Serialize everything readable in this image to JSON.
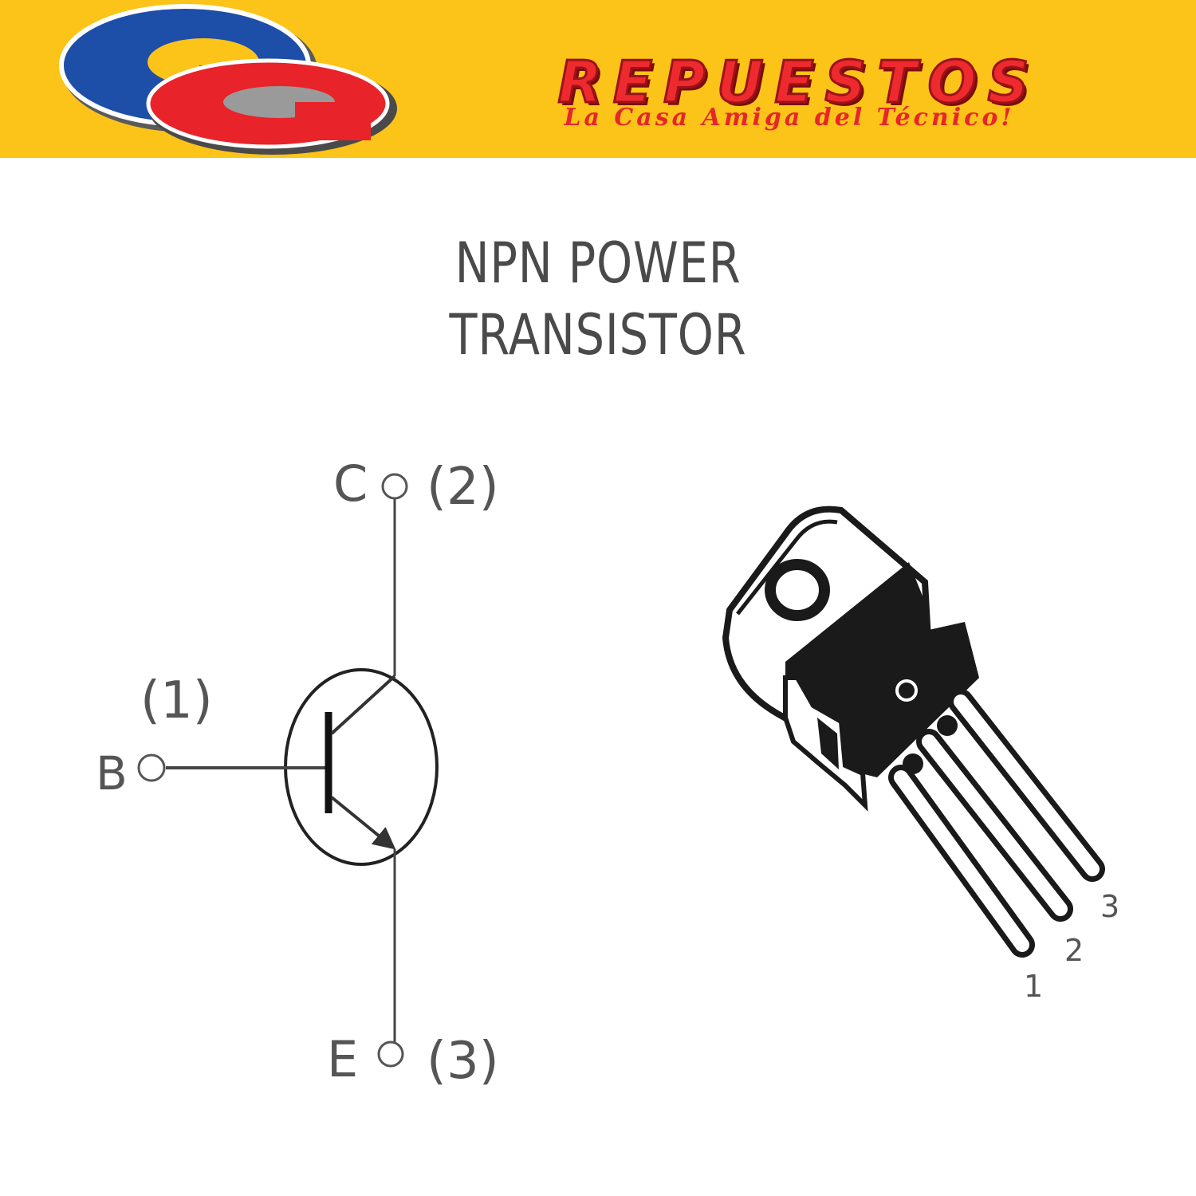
{
  "header": {
    "logo_letters": "GG",
    "brand_name": "REPUESTOS",
    "tagline": "La Casa Amiga del Técnico!",
    "colors": {
      "banner": "#fcc318",
      "logo_blue": "#1d4ea8",
      "logo_red": "#e8232a"
    }
  },
  "diagram": {
    "title": "NPN  POWER TRANSISTOR",
    "symbol": {
      "collector_letter": "C",
      "collector_pin": "(2)",
      "base_letter": "B",
      "base_pin": "(1)",
      "emitter_letter": "E",
      "emitter_pin": "(3)"
    },
    "package": {
      "pin_numbers": [
        "1",
        "2",
        "3"
      ]
    }
  }
}
